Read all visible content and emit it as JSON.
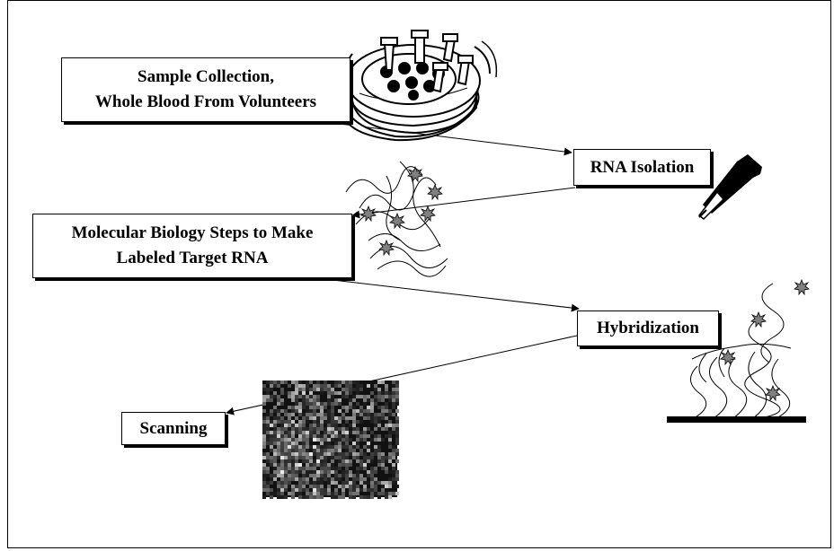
{
  "nodes": {
    "sample_collection": {
      "line1": "Sample Collection,",
      "line2": "Whole Blood From Volunteers"
    },
    "rna_isolation": {
      "label": "RNA Isolation"
    },
    "molecular_biology": {
      "line1": "Molecular Biology Steps to Make",
      "line2": "Labeled Target RNA"
    },
    "hybridization": {
      "label": "Hybridization"
    },
    "scanning": {
      "label": "Scanning"
    }
  },
  "edges": [
    {
      "from": "Sample Collection, Whole Blood From Volunteers",
      "to": "RNA Isolation"
    },
    {
      "from": "RNA Isolation",
      "to": "Molecular Biology Steps to Make Labeled Target RNA"
    },
    {
      "from": "Molecular Biology Steps to Make Labeled Target RNA",
      "to": "Hybridization"
    },
    {
      "from": "Hybridization",
      "to": "Scanning"
    }
  ],
  "illustrations": {
    "sample_rack": "test-tube-rack-icon",
    "pipette": "pipette-icon",
    "labeled_rna": "labeled-rna-strands-icon",
    "microarray": "hybridization-array-icon",
    "scan_image": "microarray-scan-image"
  },
  "colors": {
    "line": "#000000",
    "background": "#ffffff",
    "star": "#808080"
  }
}
